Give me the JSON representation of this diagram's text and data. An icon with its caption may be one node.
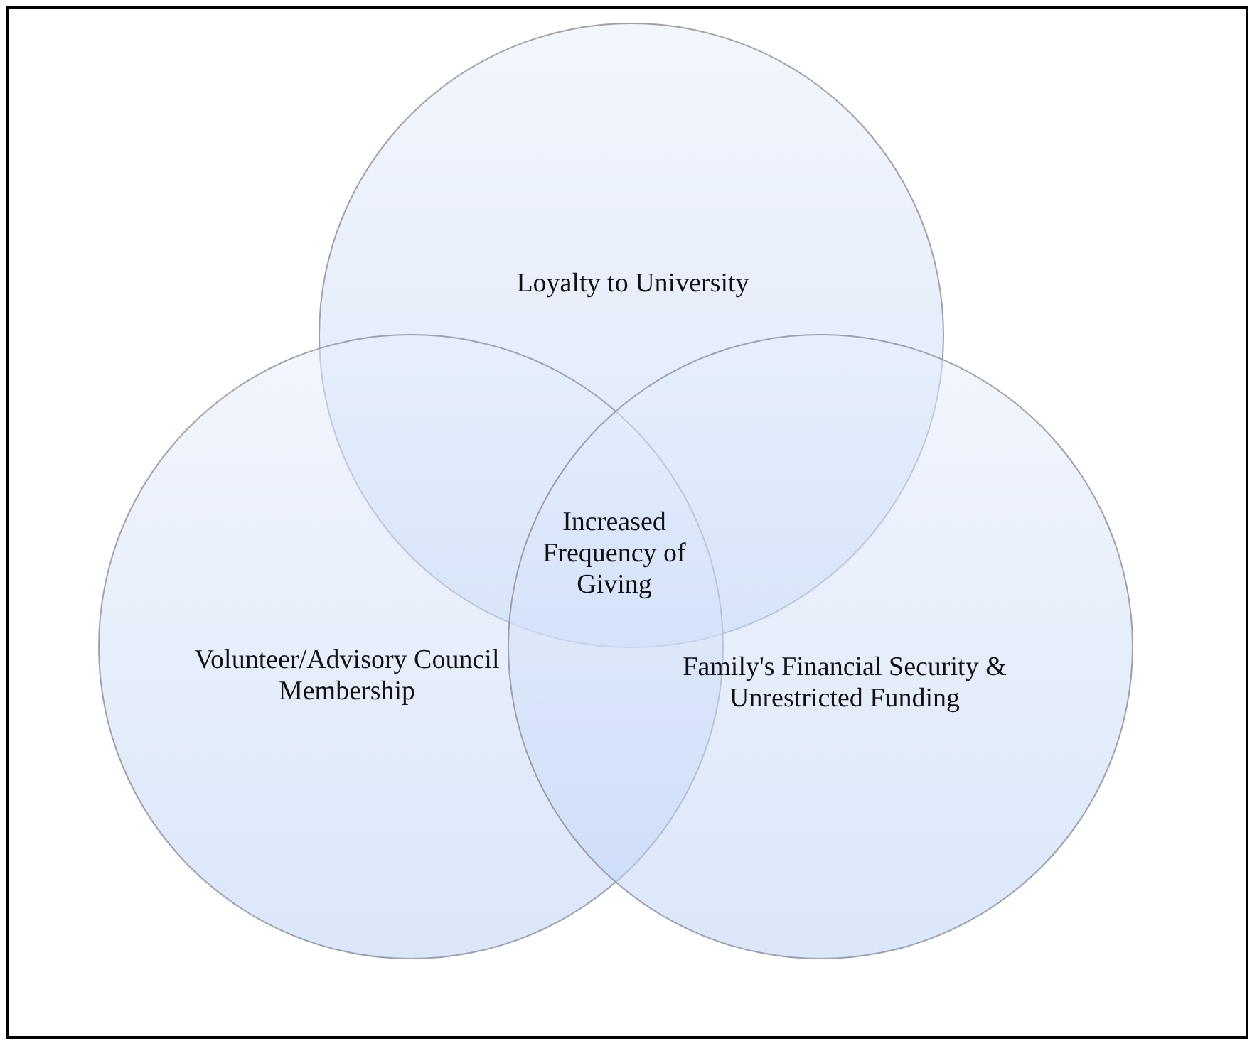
{
  "diagram": {
    "nodes": [
      {
        "text": [
          "Loyalty to University"
        ]
      },
      {
        "text": [
          "Volunteer/Advisory Council Membership"
        ]
      },
      {
        "text": [
          "Family's Financial Security & Unrestricted Funding"
        ]
      }
    ],
    "labels": [
      "Increased Frequency of Giving"
    ]
  }
}
